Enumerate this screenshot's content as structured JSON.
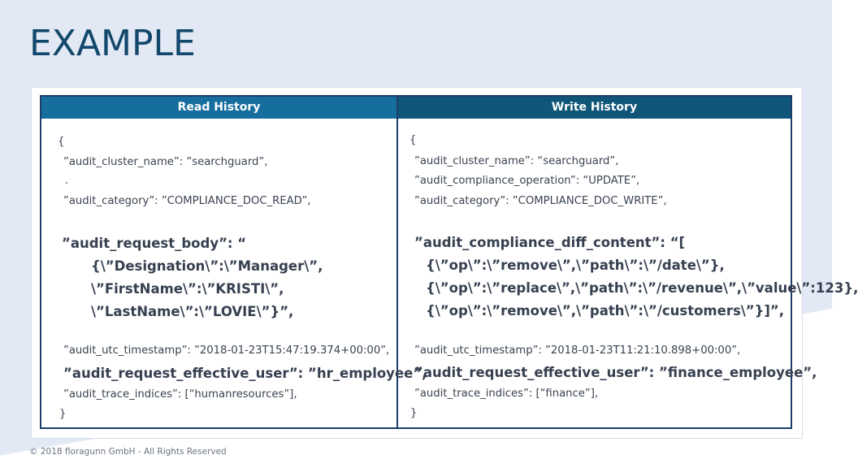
{
  "slide": {
    "title": "EXAMPLE",
    "footer": "© 2018 floragunn GmbH - All Rights Reserved"
  },
  "read_history": {
    "header": "Read History",
    "lines": [
      "{",
      "”audit_cluster_name”: ”searchguard”,",
      ".",
      "”audit_category”: ”COMPLIANCE_DOC_READ”,",
      "”audit_request_body”: “",
      "{\\”Designation\\”:\\”Manager\\”,",
      "\\”FirstName\\”:\\”KRISTI\\”,",
      "\\”LastName\\”:\\”LOVIE\\”}”,",
      "”audit_utc_timestamp”: ”2018-01-23T15:47:19.374+00:00”,",
      "”audit_request_effective_user”: ”hr_employee”,",
      "”audit_trace_indices”: [“humanresources”],",
      "}"
    ]
  },
  "write_history": {
    "header": "Write History",
    "lines": [
      "{",
      "”audit_cluster_name”: “searchguard”,",
      "”audit_compliance_operation”: “UPDATE”,",
      "”audit_category”: ”COMPLIANCE_DOC_WRITE”,",
      "”audit_compliance_diff_content”: “[",
      "{\\”op\\”:\\”remove\\”,\\”path\\”:\\”/date\\”},",
      "{\\”op\\”:\\”replace\\”,\\”path\\”:\\”/revenue\\”,\\”value\\”:123},",
      "{\\”op\\”:\\”remove\\”,\\”path\\”:\\”/customers\\”}]”,",
      "”audit_utc_timestamp”: ”2018-01-23T11:21:10.898+00:00”,",
      "”audit_request_effective_user”: ”finance_employee”,",
      "”audit_trace_indices”: [“finance”],",
      "}"
    ]
  }
}
